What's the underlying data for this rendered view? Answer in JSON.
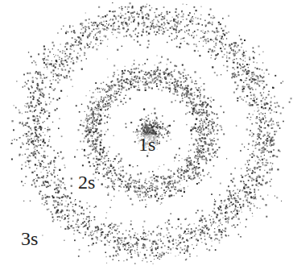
{
  "diagram": {
    "labels": [
      "1s",
      "2s",
      "3s"
    ]
  }
}
